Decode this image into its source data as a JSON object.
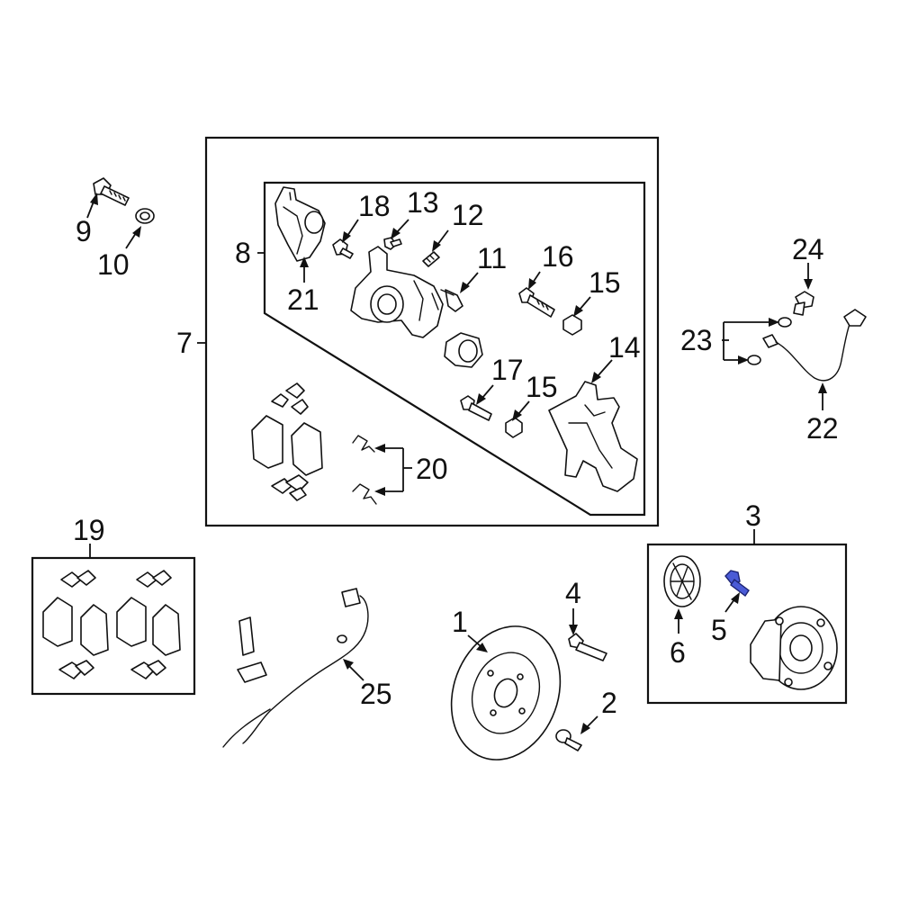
{
  "diagram": {
    "callouts": {
      "c1": "1",
      "c2": "2",
      "c3": "3",
      "c4": "4",
      "c5": "5",
      "c6": "6",
      "c7": "7",
      "c8": "8",
      "c9": "9",
      "c10": "10",
      "c11": "11",
      "c12": "12",
      "c13": "13",
      "c14": "14",
      "c15a": "15",
      "c15b": "15",
      "c16": "16",
      "c17": "17",
      "c18": "18",
      "c19": "19",
      "c20": "20",
      "c21": "21",
      "c22": "22",
      "c23": "23",
      "c24": "24",
      "c25": "25"
    },
    "highlight_color": "#4a5bd6",
    "highlighted_part": "5"
  }
}
